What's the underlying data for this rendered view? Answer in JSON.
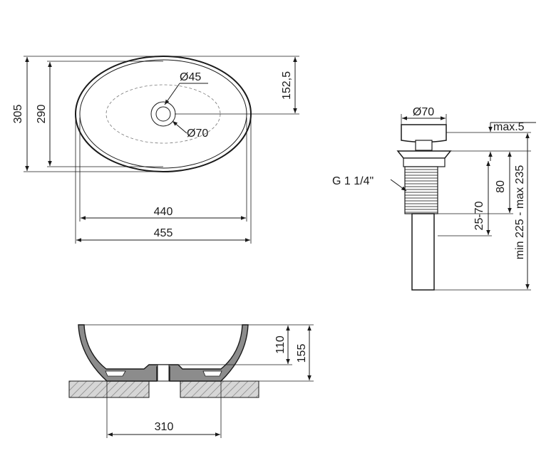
{
  "top_view": {
    "dim_305": "305",
    "dim_290": "290",
    "dim_152_5": "152,5",
    "dim_d45": "Ø45",
    "dim_d70": "Ø70",
    "dim_440": "440",
    "dim_455": "455"
  },
  "drain": {
    "dim_d70": "Ø70",
    "dim_max5": "max.5",
    "thread": "G 1 1/4\"",
    "dim_80": "80",
    "dim_25_70": "25-70",
    "dim_height": "min 225 - max 235"
  },
  "section": {
    "dim_110": "110",
    "dim_155": "155",
    "dim_310": "310"
  }
}
